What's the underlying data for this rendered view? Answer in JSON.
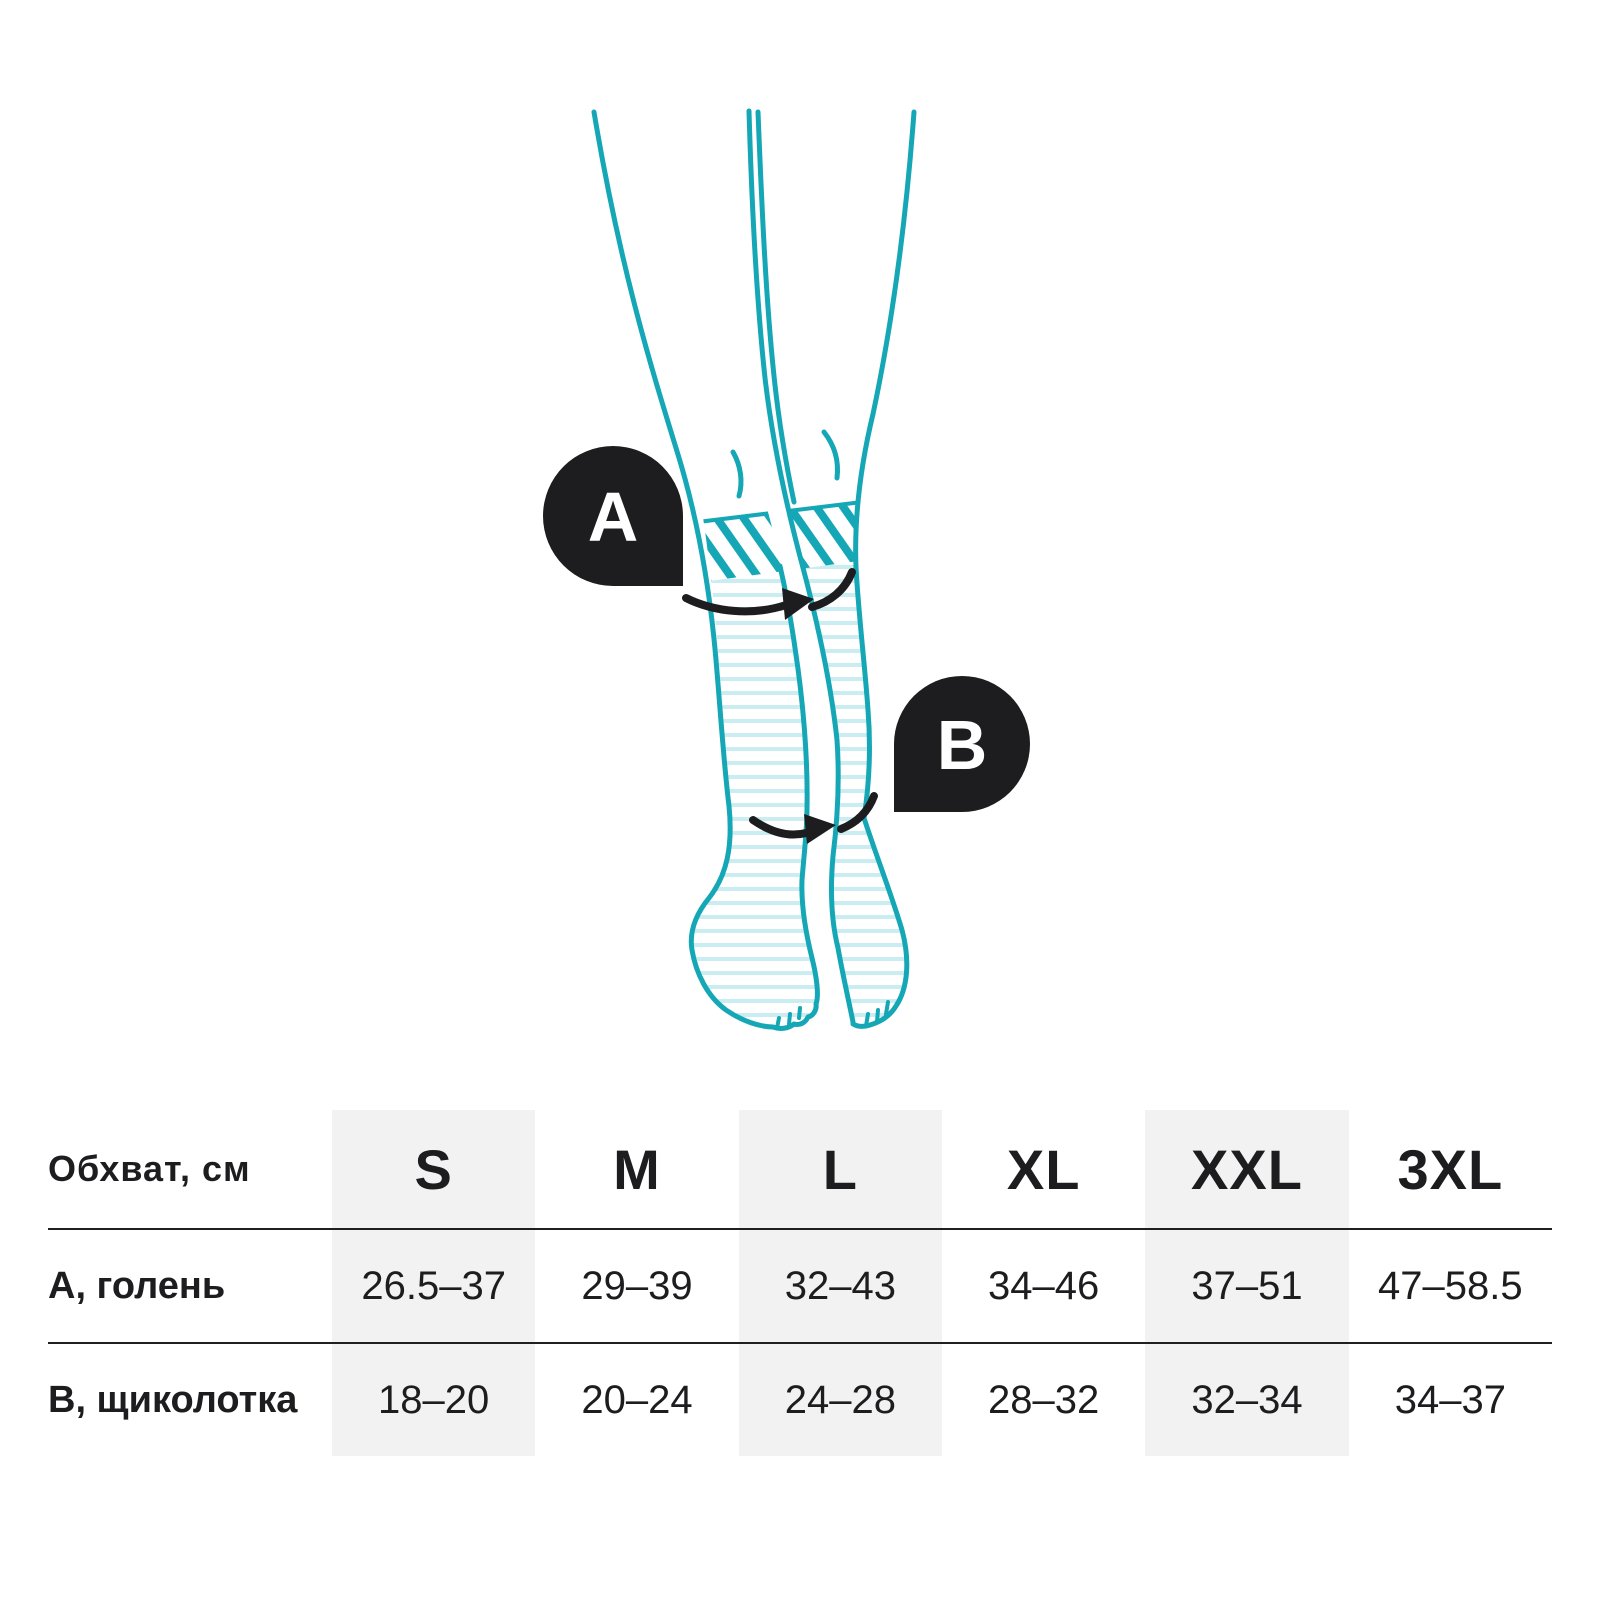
{
  "illustration": {
    "markers": {
      "a": "A",
      "b": "B"
    },
    "colors": {
      "teal": "#15a7b5",
      "pale_stripe": "#c9edf0",
      "marker_black": "#1d1d1f",
      "table_stripe_gray": "#f2f2f2"
    }
  },
  "table": {
    "corner_label": "Обхват, см",
    "columns": [
      "S",
      "M",
      "L",
      "XL",
      "XXL",
      "3XL"
    ],
    "striped_columns": [
      0,
      2,
      4
    ],
    "rows": [
      {
        "label": "А, голень",
        "values": [
          "26.5–37",
          "29–39",
          "32–43",
          "34–46",
          "37–51",
          "47–58.5"
        ]
      },
      {
        "label": "В, щиколотка",
        "values": [
          "18–20",
          "20–24",
          "24–28",
          "28–32",
          "32–34",
          "34–37"
        ]
      }
    ]
  }
}
